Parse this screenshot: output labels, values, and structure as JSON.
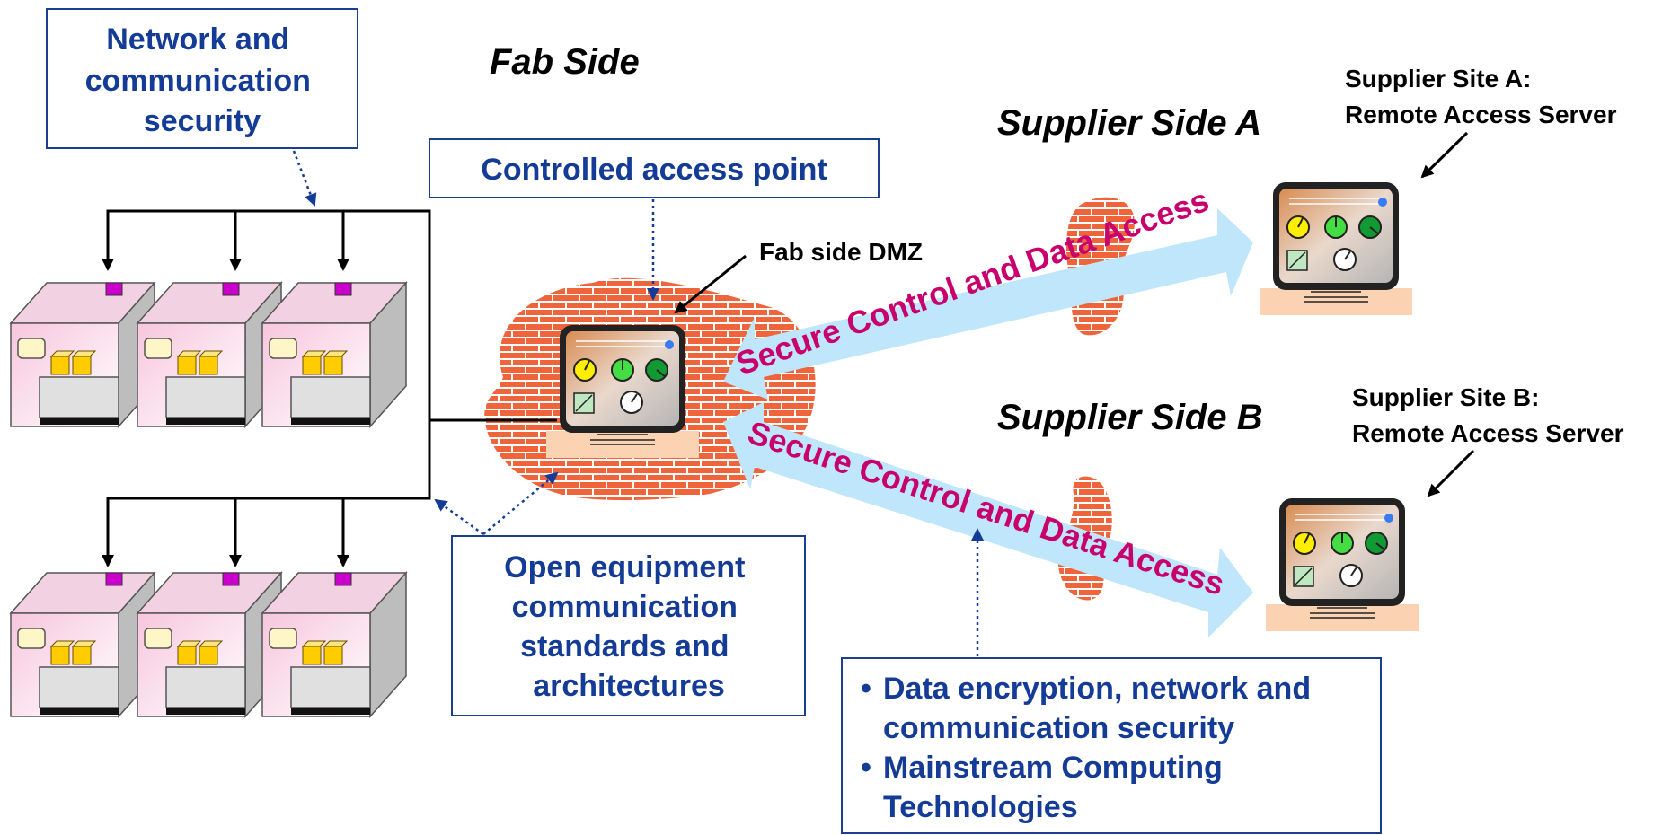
{
  "labels": {
    "network_security": [
      "Network and",
      "communication",
      "security"
    ],
    "fab_side": "Fab Side",
    "controlled_access": "Controlled access point",
    "fab_dmz": "Fab side DMZ",
    "supplier_side_a": "Supplier Side A",
    "supplier_side_b": "Supplier Side B",
    "supplier_site_a": [
      "Supplier Site A:",
      "Remote Access Server"
    ],
    "supplier_site_b": [
      "Supplier Site B:",
      "Remote Access Server"
    ],
    "open_equipment": [
      "Open equipment",
      "communication",
      "standards and",
      "architectures"
    ],
    "secure_channel_a": "Secure Control and Data Access",
    "secure_channel_b": "Secure Control and Data Access",
    "bullets": [
      [
        "Data encryption, network and",
        "communication security"
      ],
      [
        "Mainstream Computing",
        "Technologies"
      ]
    ],
    "bullet_char": "•"
  },
  "colors": {
    "label_blue": "#143c96",
    "arrow_text": "#c8006e",
    "arrow_fill": "#bfe6fb",
    "brick": "#f0643c",
    "equipment_pink": "#f4b8d4",
    "wafer_yellow": "#ffd400",
    "port_magenta": "#cc00cc"
  }
}
